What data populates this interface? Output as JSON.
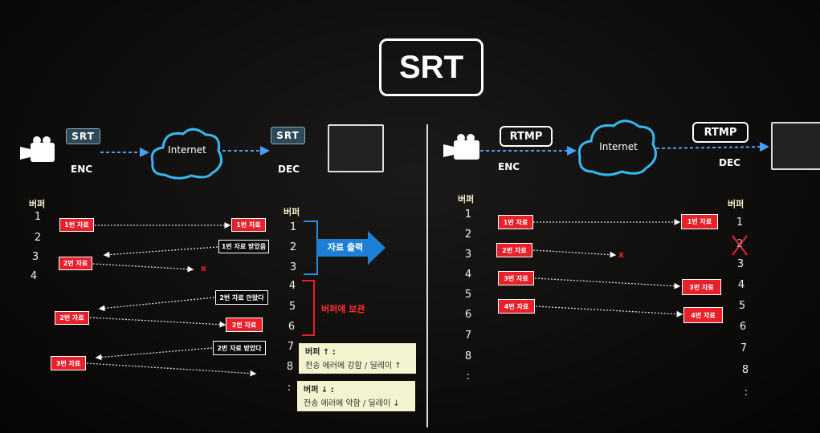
{
  "title": "SRT",
  "left": {
    "enc_badge": "SRT",
    "dec_badge": "SRT",
    "enc_label": "ENC",
    "dec_label": "DEC",
    "cloud": "Internet",
    "buffer_header": "버퍼",
    "sender_numbers": [
      "1",
      "2",
      "3",
      "4"
    ],
    "messages": {
      "d1_send": "1번 자료",
      "d1_recv": "1번 자료",
      "ack1": "1번 자료 받았음",
      "d2_send": "2번 자료",
      "lost_mark": "x",
      "nak2": "2번 자료 안왔다",
      "d2_resend": "2번 자료",
      "d2_recv": "2번 자료",
      "ack2": "2번 자료 받았다",
      "d3_send": "3번 자료"
    },
    "receiver_header": "버퍼",
    "receiver_numbers": [
      "1",
      "2",
      "3",
      "4",
      "5",
      "6",
      "7",
      "8",
      ":"
    ],
    "output_arrow": "자료 출력",
    "hold_label": "버퍼에 보관",
    "notes": [
      {
        "title": "버퍼 ↑ :",
        "text": "전송 에러에 강함 / 딜레이 ↑"
      },
      {
        "title": "버퍼 ↓ :",
        "text": "전송 에러에 약함 / 딜레이 ↓"
      }
    ]
  },
  "right": {
    "enc_badge": "RTMP",
    "dec_badge": "RTMP",
    "enc_label": "ENC",
    "dec_label": "DEC",
    "cloud": "Internet",
    "buffer_header": "버퍼",
    "sender_numbers": [
      "1",
      "2",
      "3",
      "4",
      "5",
      "6",
      "7",
      "8",
      ":"
    ],
    "send": [
      "1번 자료",
      "2번 자료",
      "3번 자료",
      "4번 자료"
    ],
    "recv": [
      "1번 자료",
      "3번 자료",
      "4번 자료"
    ],
    "lost_mark": "x",
    "receiver_header": "버퍼",
    "receiver_numbers": [
      "1",
      "2",
      "3",
      "4",
      "5",
      "6",
      "7",
      "8",
      ":"
    ]
  },
  "colors": {
    "accent_red": "#e8202a",
    "accent_blue": "#1e7fd6",
    "note_bg": "#f4f3cf"
  }
}
